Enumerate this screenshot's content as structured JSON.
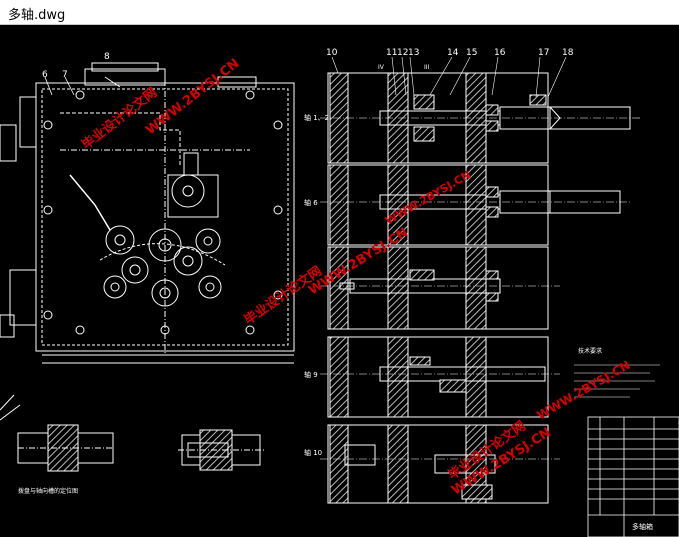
{
  "window": {
    "title": "多轴.dwg"
  },
  "colors": {
    "background": "#000000",
    "line": "#ffffff",
    "hatch": "#cfcfcf",
    "accent": "#3a8fd6",
    "watermark": "#d60000"
  },
  "drawing": {
    "left_view_part_numbers": [
      "6",
      "7",
      "8"
    ],
    "right_view_part_numbers": [
      "10",
      "11",
      "12",
      "13",
      "14",
      "15",
      "16",
      "17",
      "18"
    ],
    "axis_labels": [
      "轴 1、2",
      "轴 6",
      "轴 9",
      "轴 10"
    ],
    "roman_marks": [
      "IV",
      "III"
    ],
    "detail_caption": "拨盘与轴向槽的定位图",
    "tech_heading": "技术要求",
    "title_block_name": "多轴箱",
    "watermarks": [
      "毕业设计论文网",
      "WWW.2BYSJ.CN"
    ]
  }
}
